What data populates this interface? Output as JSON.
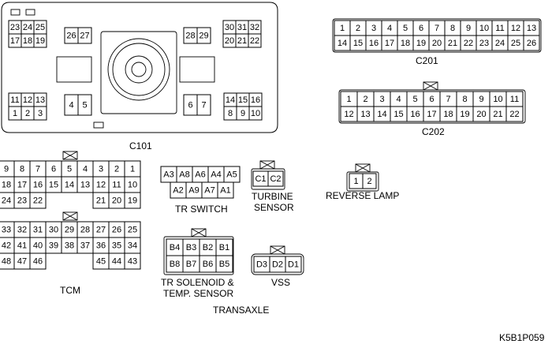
{
  "labels": {
    "c101": "C101",
    "c201": "C201",
    "c202": "C202",
    "tcm": "TCM",
    "tr_switch": "TR SWITCH",
    "turbine_l1": "TURBINE",
    "turbine_l2": "SENSOR",
    "reverse_lamp": "REVERSE LAMP",
    "tr_solenoid_l1": "TR SOLENOID &",
    "tr_solenoid_l2": "TEMP. SENSOR",
    "vss": "VSS",
    "transaxle": "TRANSAXLE",
    "figure_code": "K5B1P059"
  },
  "c101": {
    "top_left_upper": [
      "23",
      "24",
      "25"
    ],
    "top_left_lower": [
      "17",
      "18",
      "19"
    ],
    "top_left_mid": [
      "26",
      "27"
    ],
    "top_right_mid": [
      "28",
      "29"
    ],
    "top_right_upper": [
      "30",
      "31",
      "32"
    ],
    "top_right_lower": [
      "20",
      "21",
      "22"
    ],
    "bottom_left_upper": [
      "11",
      "12",
      "13"
    ],
    "bottom_left_lower": [
      "1",
      "2",
      "3"
    ],
    "bottom_left_mid": [
      "4",
      "5"
    ],
    "bottom_right_mid": [
      "6",
      "7"
    ],
    "bottom_right_upper": [
      "14",
      "15",
      "16"
    ],
    "bottom_right_lower": [
      "8",
      "9",
      "10"
    ]
  },
  "c201": {
    "row1": [
      "1",
      "2",
      "3",
      "4",
      "5",
      "6",
      "7",
      "8",
      "9",
      "10",
      "11",
      "12",
      "13"
    ],
    "row2": [
      "14",
      "15",
      "16",
      "17",
      "18",
      "19",
      "20",
      "21",
      "22",
      "23",
      "24",
      "25",
      "26"
    ]
  },
  "c202": {
    "row1": [
      "1",
      "2",
      "3",
      "4",
      "5",
      "6",
      "7",
      "8",
      "9",
      "10",
      "11"
    ],
    "row2": [
      "12",
      "13",
      "14",
      "15",
      "16",
      "17",
      "18",
      "19",
      "20",
      "21",
      "22"
    ]
  },
  "tcm_top": {
    "row1": [
      "9",
      "8",
      "7",
      "6",
      "5",
      "4",
      "3",
      "2",
      "1"
    ],
    "row2": [
      "18",
      "17",
      "16",
      "15",
      "14",
      "13",
      "12",
      "11",
      "10"
    ],
    "row3_left": [
      "24",
      "23",
      "22"
    ],
    "row3_right": [
      "21",
      "20",
      "19"
    ]
  },
  "tcm_bottom": {
    "row1": [
      "33",
      "32",
      "31",
      "30",
      "29",
      "28",
      "27",
      "26",
      "25"
    ],
    "row2": [
      "42",
      "41",
      "40",
      "39",
      "38",
      "37",
      "36",
      "35",
      "34"
    ],
    "row3_left": [
      "48",
      "47",
      "46"
    ],
    "row3_right": [
      "45",
      "44",
      "43"
    ]
  },
  "tr_switch": {
    "row1": [
      "A3",
      "A8",
      "A6",
      "A4",
      "A5"
    ],
    "row2": [
      "A2",
      "A9",
      "A7",
      "A1"
    ]
  },
  "turbine": [
    "C1",
    "C2"
  ],
  "reverse_lamp_pins": [
    "1",
    "2"
  ],
  "tr_solenoid": {
    "row1": [
      "B4",
      "B3",
      "B2",
      "B1"
    ],
    "row2": [
      "B8",
      "B7",
      "B6",
      "B5"
    ]
  },
  "vss_pins": [
    "D3",
    "D2",
    "D1"
  ]
}
